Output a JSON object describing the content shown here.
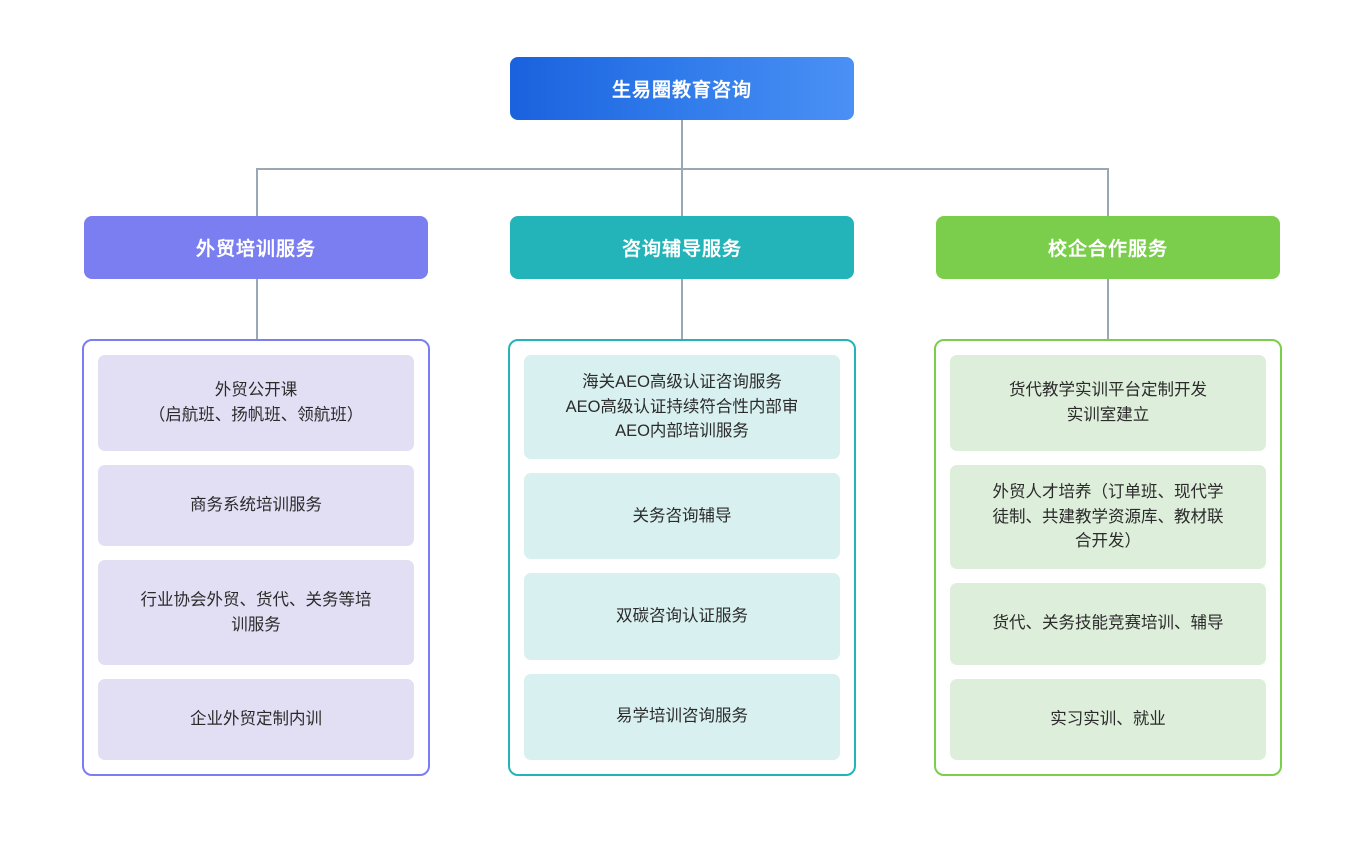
{
  "diagram": {
    "type": "organizational-tree",
    "root": {
      "label": "生易圈教育咨询",
      "color": "#1a62de",
      "color_end": "#4a90f5"
    },
    "connector_color": "#9aa7b5",
    "branches": [
      {
        "header": "外贸培训服务",
        "header_color": "#7b7ef0",
        "border_color": "#7b7ef0",
        "card_color": "#e2dff5",
        "items": [
          "外贸公开课\n（启航班、扬帆班、领航班）",
          "商务系统培训服务",
          "行业协会外贸、货代、关务等培\n训服务",
          "企业外贸定制内训"
        ]
      },
      {
        "header": "咨询辅导服务",
        "header_color": "#22b4b8",
        "border_color": "#22b4b8",
        "card_color": "#d8f0ef",
        "items": [
          "海关AEO高级认证咨询服务\nAEO高级认证持续符合性内部审\nAEO内部培训服务",
          "关务咨询辅导",
          "双碳咨询认证服务",
          "易学培训咨询服务"
        ]
      },
      {
        "header": "校企合作服务",
        "header_color": "#7bce4c",
        "border_color": "#7bce4c",
        "card_color": "#ddeedb",
        "items": [
          "货代教学实训平台定制开发\n实训室建立",
          "外贸人才培养（订单班、现代学\n徒制、共建教学资源库、教材联\n合开发）",
          "货代、关务技能竞赛培训、辅导",
          "实习实训、就业"
        ]
      }
    ]
  }
}
